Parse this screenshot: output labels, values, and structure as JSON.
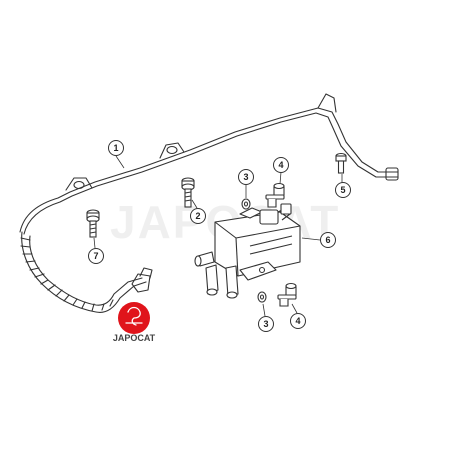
{
  "diagram": {
    "callouts": [
      {
        "id": "c1",
        "label": "1"
      },
      {
        "id": "c2",
        "label": "2"
      },
      {
        "id": "c3a",
        "label": "3"
      },
      {
        "id": "c3b",
        "label": "3"
      },
      {
        "id": "c4a",
        "label": "4"
      },
      {
        "id": "c4b",
        "label": "4"
      },
      {
        "id": "c5",
        "label": "5"
      },
      {
        "id": "c6",
        "label": "6"
      },
      {
        "id": "c7",
        "label": "7"
      }
    ]
  },
  "watermark": {
    "text": "JAPOCAT"
  },
  "logo": {
    "text": "JAPOCAT",
    "color": "#e0141b"
  },
  "colors": {
    "line": "#333333",
    "paper": "#ffffff"
  }
}
